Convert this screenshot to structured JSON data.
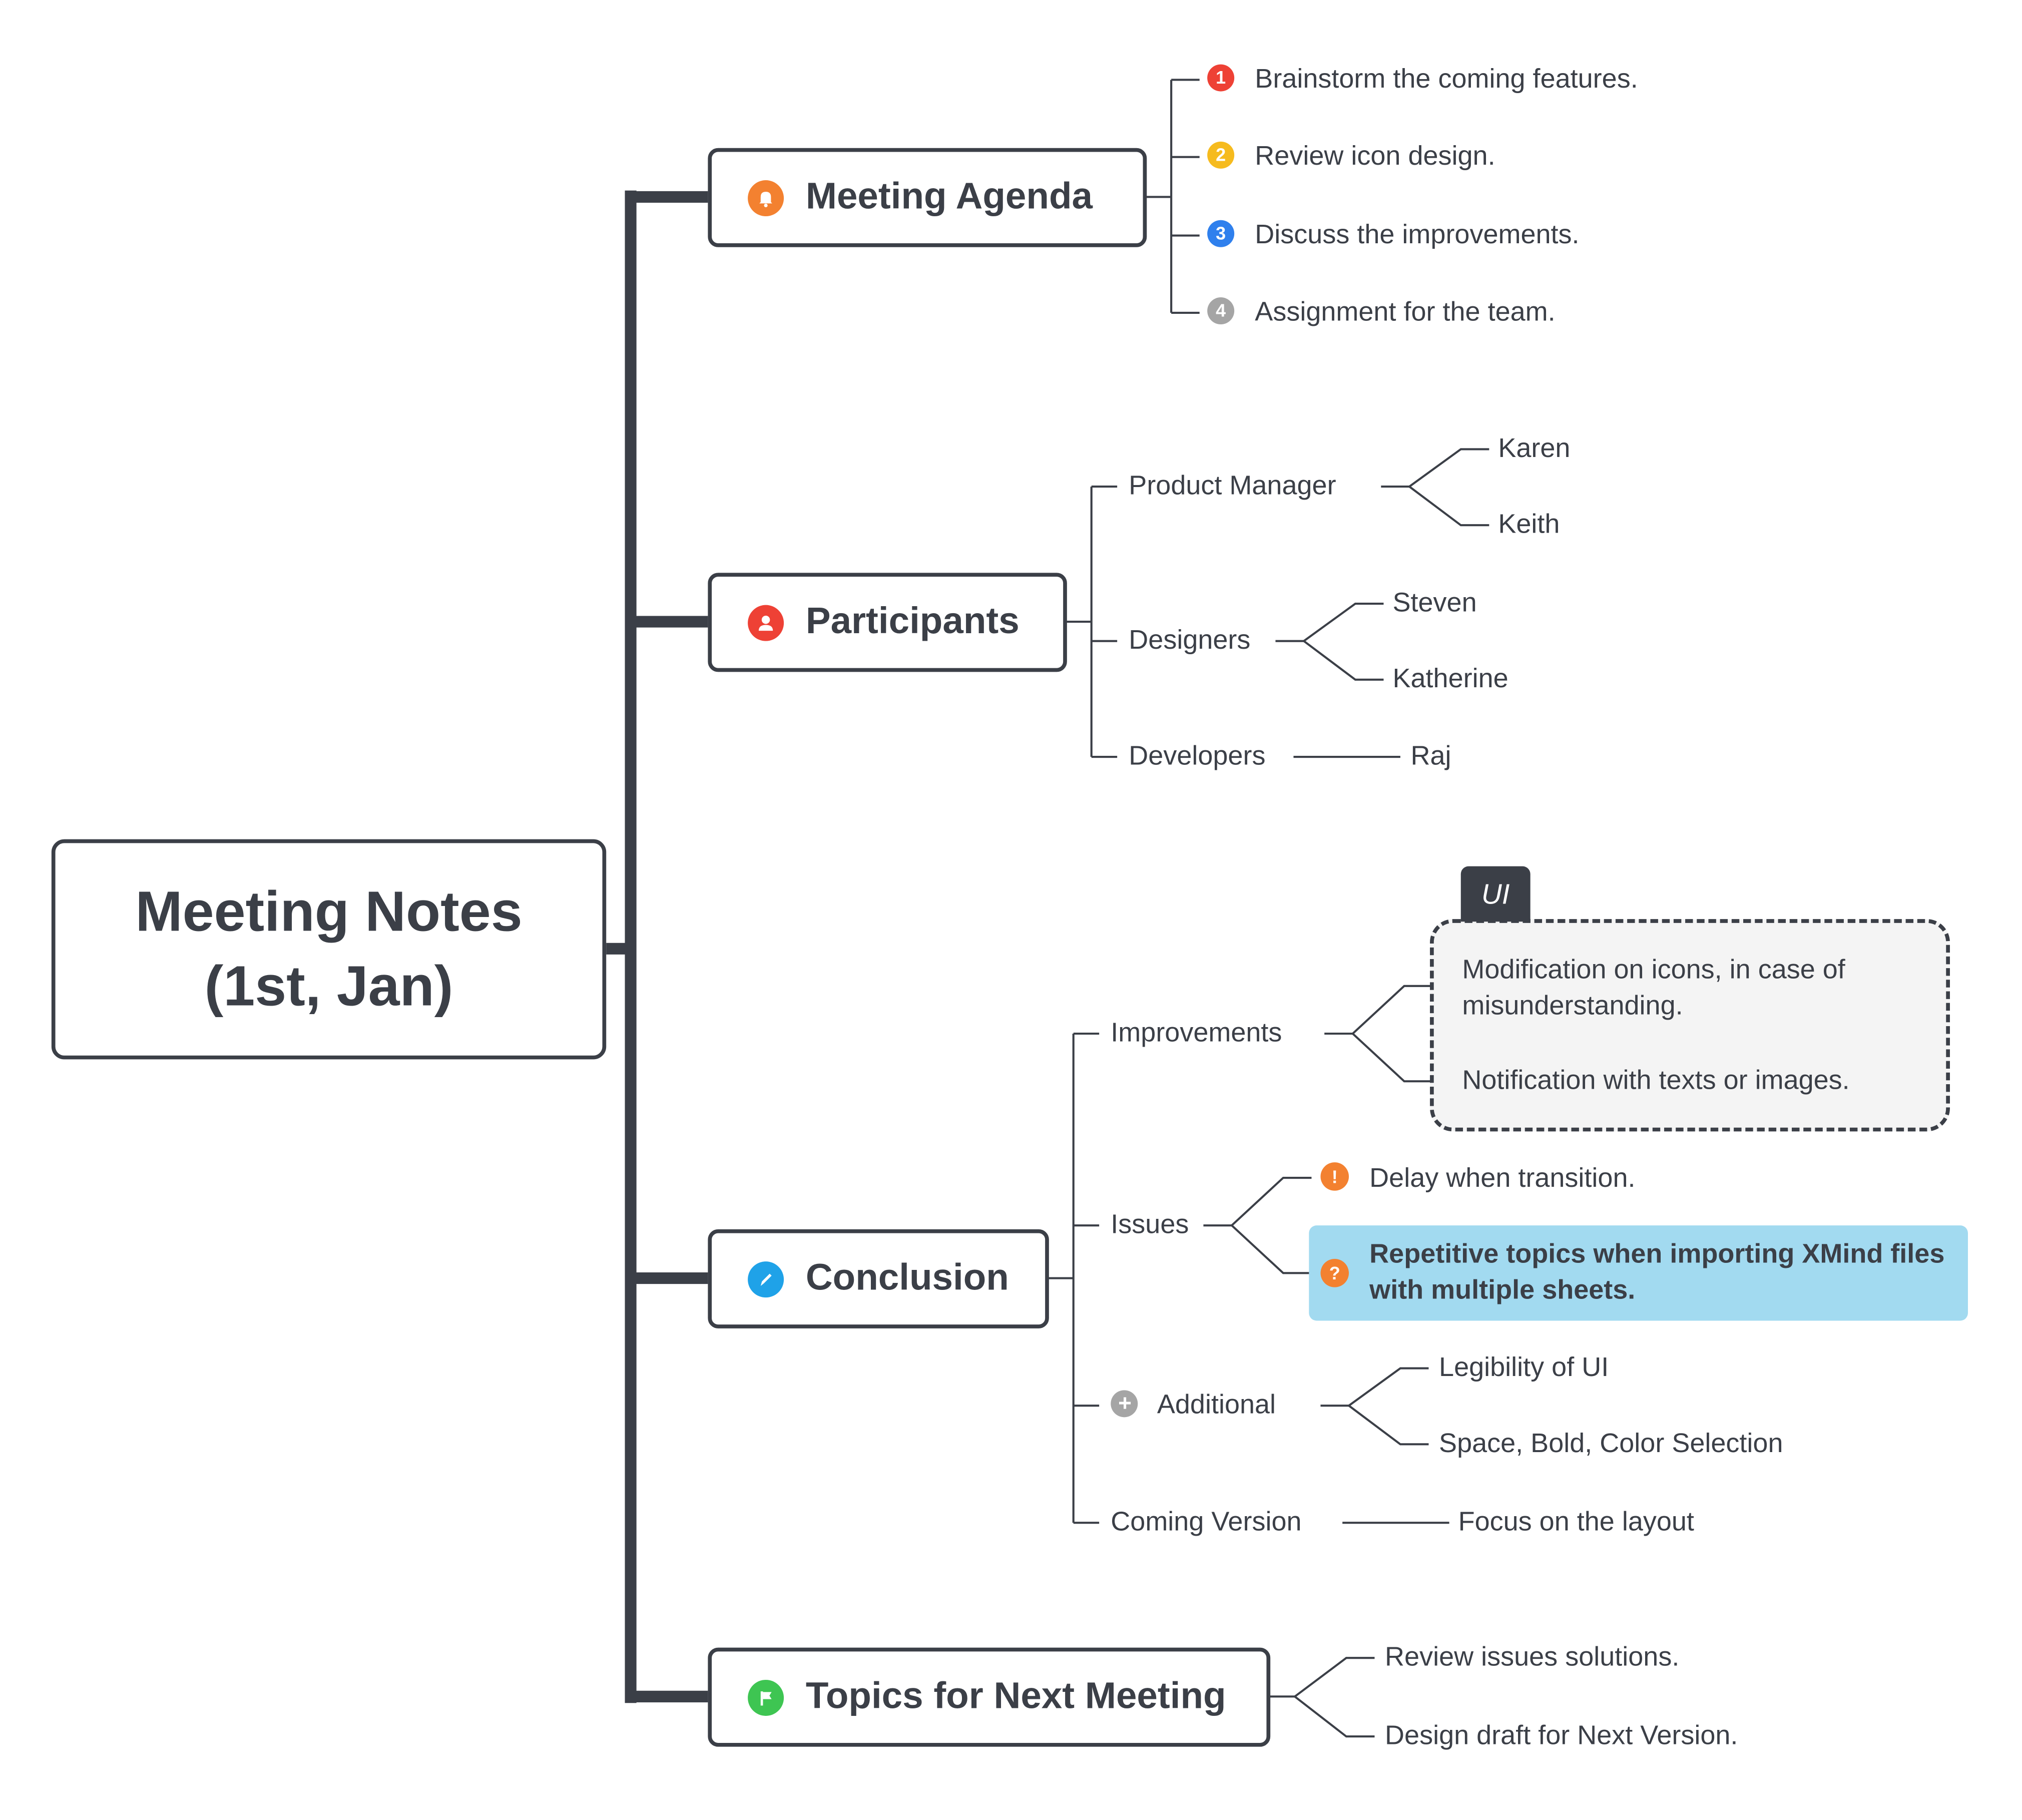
{
  "root": {
    "line1": "Meeting Notes",
    "line2": "(1st, Jan)"
  },
  "branches": {
    "agenda": {
      "label": "Meeting Agenda",
      "icon": "bell-icon",
      "icon_color": "#f38130",
      "items": [
        {
          "num": "1",
          "color": "#ee4135",
          "text": "Brainstorm the coming features."
        },
        {
          "num": "2",
          "color": "#f6bb1e",
          "text": "Review icon design."
        },
        {
          "num": "3",
          "color": "#2f80ed",
          "text": "Discuss the improvements."
        },
        {
          "num": "4",
          "color": "#a5a5a5",
          "text": "Assignment for the team."
        }
      ]
    },
    "participants": {
      "label": "Participants",
      "icon": "person-icon",
      "icon_color": "#ee4135",
      "groups": [
        {
          "role": "Product Manager",
          "members": [
            "Karen",
            "Keith"
          ]
        },
        {
          "role": "Designers",
          "members": [
            "Steven",
            "Katherine"
          ]
        },
        {
          "role": "Developers",
          "members": [
            "Raj"
          ]
        }
      ]
    },
    "conclusion": {
      "label": "Conclusion",
      "icon": "pencil-icon",
      "icon_color": "#1fa2e8",
      "improvements": {
        "label": "Improvements",
        "boundary_tag": "UI",
        "items": [
          "Modification on icons, in case of misunderstanding.",
          "Notification with texts or images."
        ]
      },
      "issues": {
        "label": "Issues",
        "items": [
          {
            "icon": "exclamation-icon",
            "symbol": "!",
            "text": "Delay when transition."
          },
          {
            "icon": "question-icon",
            "symbol": "?",
            "text": "Repetitive topics when importing XMind files with multiple sheets.",
            "highlight": "#a2daf0"
          }
        ]
      },
      "additional": {
        "label": "Additional",
        "icon": "plus-icon",
        "items": [
          "Legibility of UI",
          "Space, Bold, Color Selection"
        ]
      },
      "coming": {
        "label": "Coming Version",
        "items": [
          "Focus on the layout"
        ]
      }
    },
    "topics": {
      "label": "Topics for Next Meeting",
      "icon": "flag-icon",
      "icon_color": "#3ec552",
      "items": [
        "Review issues solutions.",
        "Design draft for Next Version."
      ]
    }
  }
}
